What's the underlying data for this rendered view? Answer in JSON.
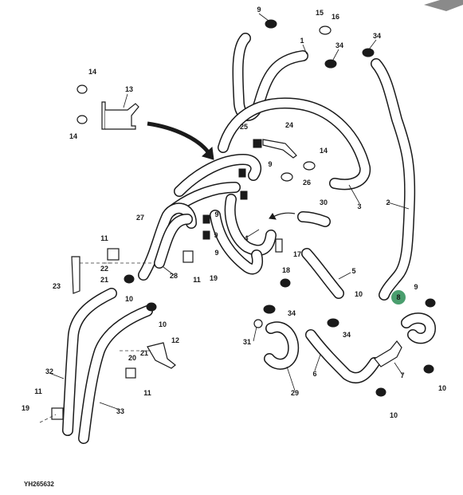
{
  "diagram": {
    "callouts": [
      "9",
      "15",
      "16",
      "1",
      "34",
      "34",
      "14",
      "13",
      "14",
      "25",
      "24",
      "14",
      "9",
      "26",
      "3",
      "2",
      "30",
      "27",
      "9",
      "9",
      "4",
      "11",
      "22",
      "21",
      "23",
      "17",
      "28",
      "9",
      "19",
      "11",
      "18",
      "5",
      "10",
      "9",
      "8",
      "10",
      "10",
      "34",
      "34",
      "12",
      "31",
      "21",
      "20",
      "7",
      "6",
      "29",
      "11",
      "10",
      "10",
      "32",
      "33",
      "11",
      "19"
    ],
    "highlight_label": "8",
    "highlight_color": "#4a9e6e",
    "caption": "YH265632",
    "corner_icon": "page-corner-icon"
  }
}
